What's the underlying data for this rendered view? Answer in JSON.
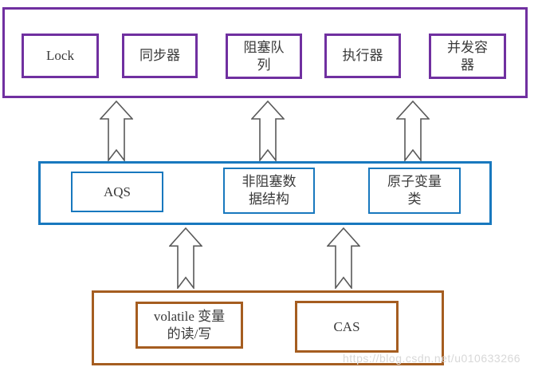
{
  "colors": {
    "top_border": "#7030A0",
    "middle_border": "#1878BE",
    "bottom_border": "#A55D20",
    "arrow_stroke": "#595959",
    "text": "#3A3A3A",
    "watermark": "#D8D8D8",
    "background": "#FFFFFF"
  },
  "diagram": {
    "type": "layered-architecture",
    "layers": {
      "top": {
        "items": [
          {
            "lines": [
              "Lock"
            ]
          },
          {
            "lines": [
              "同步器"
            ]
          },
          {
            "lines": [
              "阻塞队",
              "列"
            ]
          },
          {
            "lines": [
              "执行器"
            ]
          },
          {
            "lines": [
              "并发容",
              "器"
            ]
          }
        ]
      },
      "middle": {
        "items": [
          {
            "lines": [
              "AQS"
            ]
          },
          {
            "lines": [
              "非阻塞数",
              "据结构"
            ]
          },
          {
            "lines": [
              "原子变量",
              "类"
            ]
          }
        ]
      },
      "bottom": {
        "items": [
          {
            "lines": [
              "volatile 变量",
              "的读/写"
            ]
          },
          {
            "lines": [
              "CAS"
            ]
          }
        ]
      }
    },
    "arrows": {
      "middle_to_top_count": 3,
      "bottom_to_middle_count": 2,
      "direction": "up",
      "style": "outlined-block-arrow-with-notched-tail"
    }
  },
  "watermark_text": "https://blog.csdn.net/u010633266"
}
